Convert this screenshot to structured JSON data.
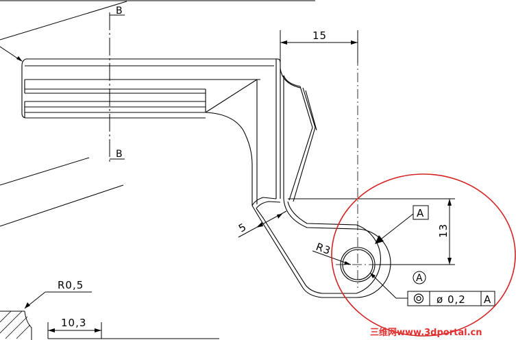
{
  "section_marker": "B",
  "dimensions": {
    "width_top": "15",
    "height_right": "13",
    "thickness": "5",
    "hole_radius": "R3",
    "corner_radius": "R0,5",
    "bottom_length": "10,3"
  },
  "datum": {
    "label": "A",
    "reference_circle": "A"
  },
  "tolerance_frame": {
    "symbol": "concentricity-icon",
    "value": "ø 0,2",
    "datum_ref": "A"
  },
  "watermark": "三维网www.3dportal.cn",
  "colors": {
    "line": "#000000",
    "highlight_circle": "#d42020",
    "watermark": "#e03030"
  }
}
